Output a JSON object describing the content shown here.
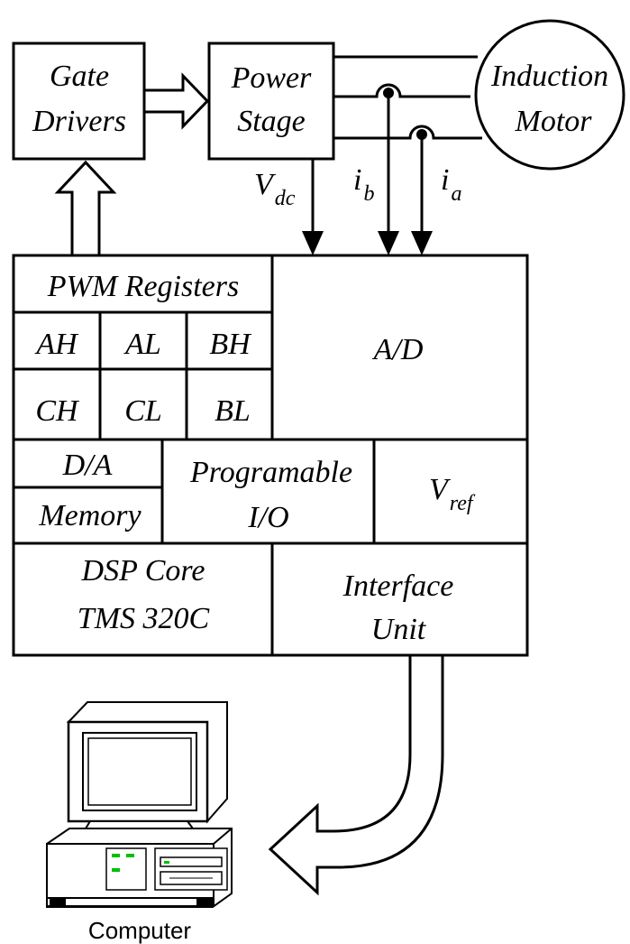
{
  "blocks": {
    "gate_drivers": [
      "Gate",
      "Drivers"
    ],
    "power_stage": [
      "Power",
      "Stage"
    ],
    "induction_motor": [
      "Induction",
      "Motor"
    ]
  },
  "signals": {
    "vdc": {
      "main": "V",
      "sub": "dc"
    },
    "ib": {
      "main": "i",
      "sub": "b"
    },
    "ia": {
      "main": "i",
      "sub": "a"
    }
  },
  "dsp": {
    "pwm_registers": "PWM Registers",
    "registers": [
      "AH",
      "AL",
      "BH",
      "CH",
      "CL",
      "BL"
    ],
    "ad": "A/D",
    "da": "D/A",
    "memory": "Memory",
    "programable_io": [
      "Programable",
      "I/O"
    ],
    "vref": {
      "main": "V",
      "sub": "ref"
    },
    "core": [
      "DSP Core",
      "TMS 320C"
    ],
    "interface": [
      "Interface",
      "Unit"
    ]
  },
  "computer_label": "Computer"
}
